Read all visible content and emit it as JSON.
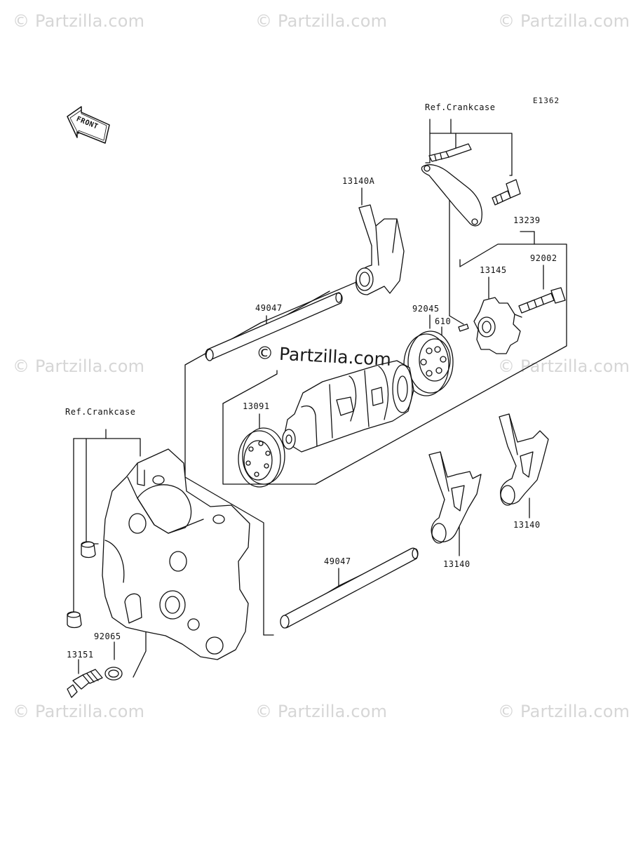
{
  "watermarks": {
    "tl": "© Partzilla.com",
    "tc": "© Partzilla.com",
    "tr": "© Partzilla.com",
    "ml": "© Partzilla.com",
    "mr": "© Partzilla.com",
    "bl": "© Partzilla.com",
    "bc": "© Partzilla.com",
    "br": "© Partzilla.com",
    "center": "© Partzilla.com"
  },
  "diagram_code": "E1362",
  "front_arrow": "FRONT",
  "labels": {
    "ref_crankcase_top": "Ref.Crankcase",
    "ref_crankcase_left": "Ref.Crankcase",
    "p13140A": "13140A",
    "p13239": "13239",
    "p92002": "92002",
    "p13145": "13145",
    "p92045": "92045",
    "p610": "610",
    "p49047_top": "49047",
    "p13091": "13091",
    "p49047_bottom": "49047",
    "p13140_a": "13140",
    "p13140_b": "13140",
    "p92065": "92065",
    "p13151": "13151"
  }
}
